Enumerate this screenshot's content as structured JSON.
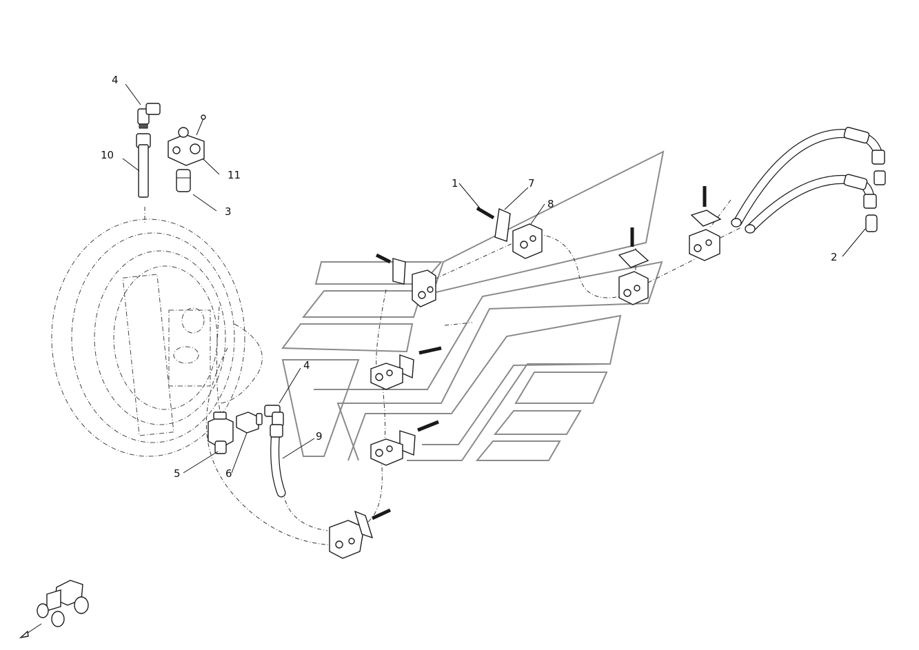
{
  "diagram": {
    "callouts": [
      {
        "id": "c-4-top",
        "text": "4"
      },
      {
        "id": "c-10",
        "text": "10"
      },
      {
        "id": "c-11",
        "text": "11"
      },
      {
        "id": "c-3",
        "text": "3"
      },
      {
        "id": "c-1",
        "text": "1"
      },
      {
        "id": "c-7",
        "text": "7"
      },
      {
        "id": "c-8",
        "text": "8"
      },
      {
        "id": "c-2",
        "text": "2"
      },
      {
        "id": "c-4-mid",
        "text": "4"
      },
      {
        "id": "c-9",
        "text": "9"
      },
      {
        "id": "c-5",
        "text": "5"
      },
      {
        "id": "c-6",
        "text": "6"
      }
    ]
  }
}
